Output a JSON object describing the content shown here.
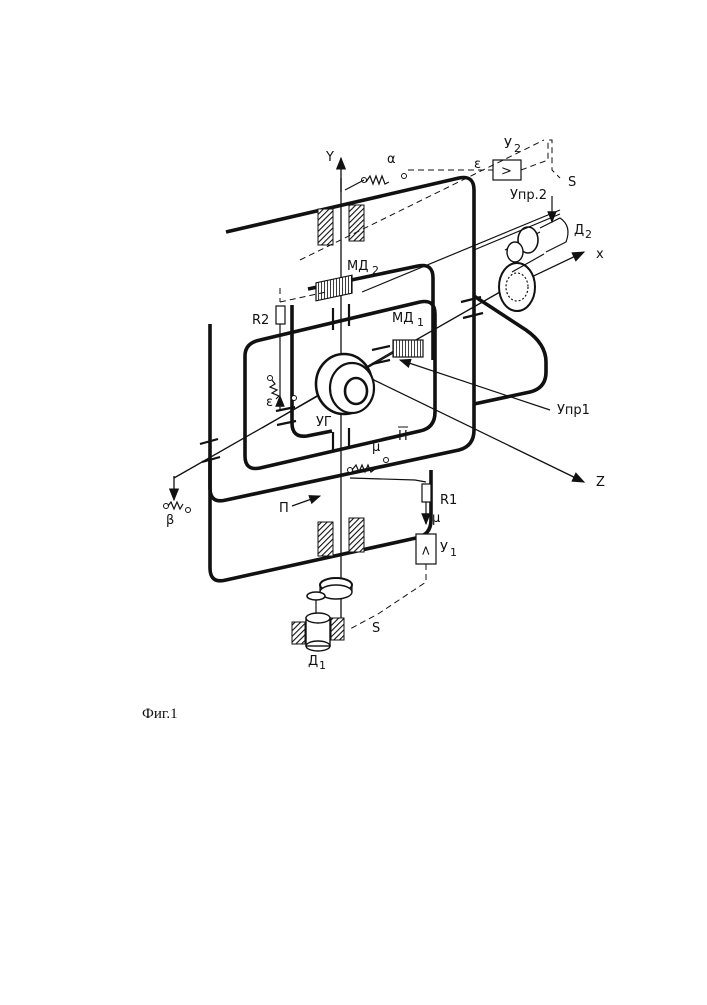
{
  "figure": {
    "caption": "Фиг.1",
    "labels": {
      "axis_y": "Y",
      "axis_x": "x",
      "axis_z": "Z",
      "alpha": "α",
      "beta": "β",
      "epsilon_top": "ε",
      "epsilon_left": "ε",
      "mu_center": "μ",
      "mu_lower": "μ",
      "amp_u2": "У",
      "amp_u2_sub": "2",
      "amp_u1": "У",
      "amp_u1_sub": "1",
      "control_2": "Упр.2",
      "control_1": "Упр1",
      "s_top": "S",
      "s_bottom": "S",
      "motor_d2": "Д",
      "motor_d2_sub": "2",
      "motor_d1": "Д",
      "motor_d1_sub": "1",
      "torque_md2": "МД",
      "torque_md2_sub": "2",
      "torque_md1": "МД",
      "torque_md1_sub": "1",
      "resistor_r2": "R2",
      "resistor_r1": "R1",
      "gyro_ug": "УГ",
      "momentum_h": "H",
      "platform_p": "П",
      "amp_u2_symbol": ">",
      "amp_u1_symbol": ">"
    }
  }
}
